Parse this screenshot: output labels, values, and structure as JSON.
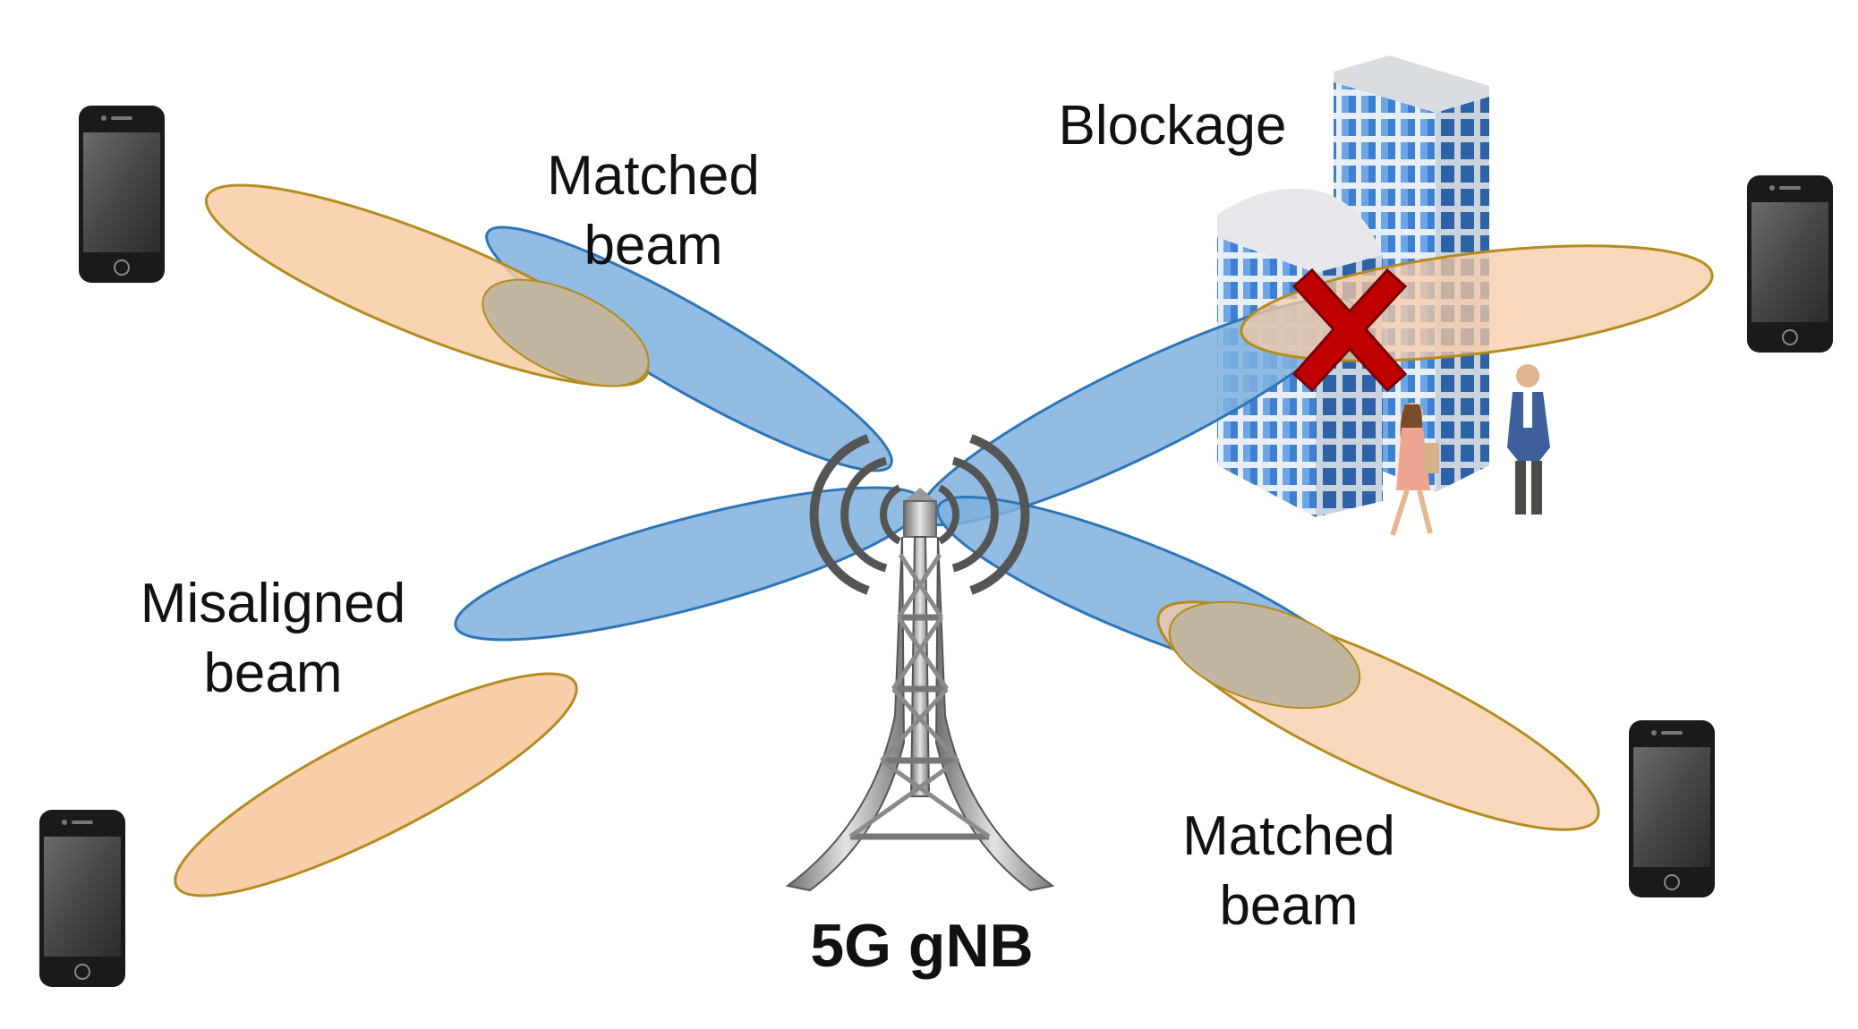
{
  "labels": {
    "matched_top": [
      "Matched",
      "beam"
    ],
    "matched_bottom": [
      "Matched",
      "beam"
    ],
    "misaligned": [
      "Misaligned",
      "beam"
    ],
    "blockage": "Blockage",
    "gnb": "5G gNB"
  },
  "colors": {
    "tx_beam_fill": "#7fb0de",
    "tx_beam_stroke": "#2e75b6",
    "rx_beam_fill": "#f8cba5",
    "rx_beam_stroke": "#b38b1e",
    "overlap_fill": "#c3b6a0",
    "blockage_mark": "#c00000",
    "tower": "#8c8c8c",
    "phone_body": "#1a1a1a",
    "building": "#b7d3ef"
  },
  "icons": {
    "tower": "cell-tower-icon",
    "phone": "smartphone-icon",
    "building": "office-building-icon",
    "blockage": "blocked-x-icon",
    "people": "pedestrian-icon"
  }
}
